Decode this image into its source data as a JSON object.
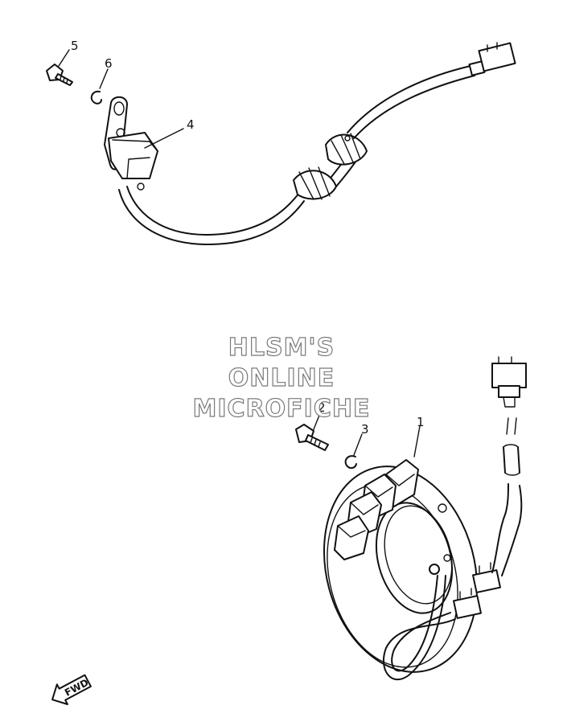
{
  "callouts": {
    "c1": "1",
    "c2": "2",
    "c3": "3",
    "c4": "4",
    "c5": "5",
    "c6": "6"
  },
  "watermark": {
    "line1": "HLSM'S",
    "line2": "ONLINE",
    "line3": "MICROFICHE"
  },
  "direction_marker": "FWD"
}
